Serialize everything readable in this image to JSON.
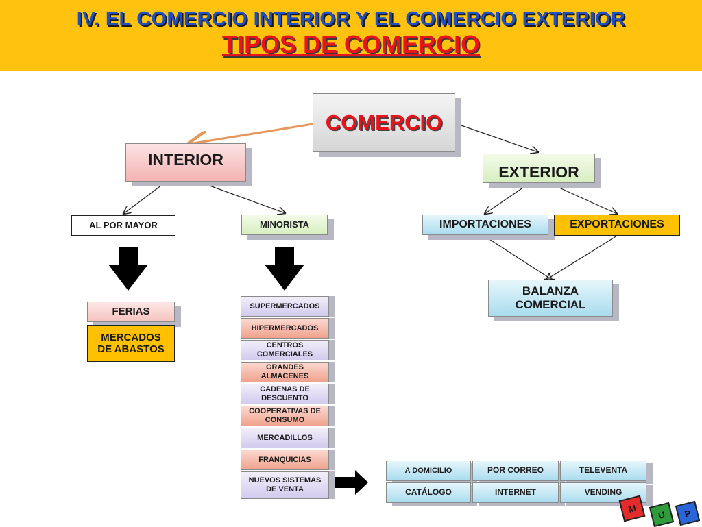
{
  "header": {
    "title": "IV. EL COMERCIO INTERIOR Y EL COMERCIO EXTERIOR",
    "subtitle": "TIPOS DE COMERCIO"
  },
  "diagram": {
    "root": "COMERCIO",
    "interior": "INTERIOR",
    "exterior": "EXTERIOR",
    "al_por_mayor": "AL POR MAYOR",
    "minorista": "MINORISTA",
    "importaciones": "IMPORTACIONES",
    "exportaciones": "EXPORTACIONES",
    "balanza": "BALANZA COMERCIAL",
    "ferias": "FERIAS",
    "mercados": "MERCADOS DE ABASTOS",
    "minorista_items": [
      "SUPERMERCADOS",
      "HIPERMERCADOS",
      "CENTROS COMERCIALES",
      "GRANDES ALMACENES",
      "CADENAS DE DESCUENTO",
      "COOPERATIVAS DE CONSUMO",
      "MERCADILLOS",
      "FRANQUICIAS",
      "NUEVOS SISTEMAS DE VENTA"
    ],
    "nuevos_sistemas": [
      "A DOMICILIO",
      "POR CORREO",
      "TELEVENTA",
      "CATÁLOGO",
      "INTERNET",
      "VENDING"
    ]
  },
  "logo": {
    "letters": [
      "M",
      "U",
      "P"
    ],
    "colors": [
      "#e32b2b",
      "#2e9c3a",
      "#2a66d8"
    ]
  }
}
